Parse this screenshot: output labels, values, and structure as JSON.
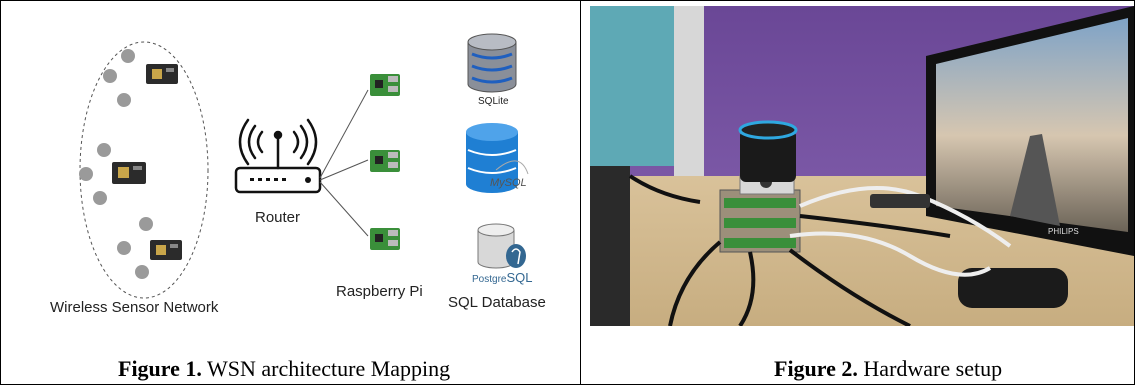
{
  "figure1": {
    "labels": {
      "wsn": "Wireless Sensor Network",
      "router": "Router",
      "rpi": "Raspberry Pi",
      "db": "SQL Database",
      "sqlite": "SQLite",
      "mysql": "MySQL",
      "postgres_a": "Postgre",
      "postgres_b": "SQL"
    },
    "caption_bold": "Figure 1.",
    "caption_text": " WSN architecture Mapping"
  },
  "figure2": {
    "monitor_brand": "PHILIPS",
    "caption_bold": "Figure 2.",
    "caption_text": " Hardware setup"
  },
  "colors": {
    "board_green": "#3a8f3a",
    "sensor_board": "#2b2b2b",
    "db_blue": "#1f7fd3",
    "wall_purple": "#6f4a9a"
  }
}
